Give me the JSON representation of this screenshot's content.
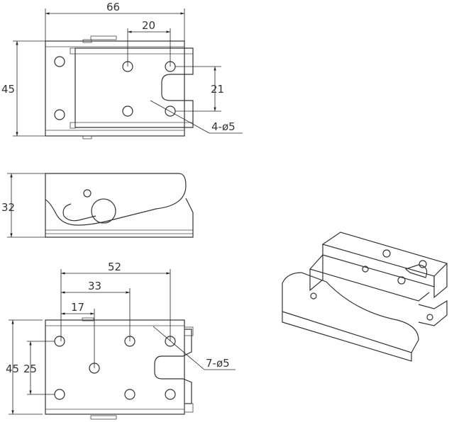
{
  "top_view": {
    "overall_width": "66",
    "hole_spacing_x": "20",
    "hole_spacing_y": "21",
    "overall_height": "45",
    "hole_callout": "4-ø5"
  },
  "side_view": {
    "height": "32"
  },
  "bottom_view": {
    "dim_52": "52",
    "dim_33": "33",
    "dim_17": "17",
    "overall_height": "45",
    "hole_spacing_y": "25",
    "hole_callout": "7-ø5"
  },
  "colors": {
    "line": "#333333",
    "background": "#ffffff"
  }
}
